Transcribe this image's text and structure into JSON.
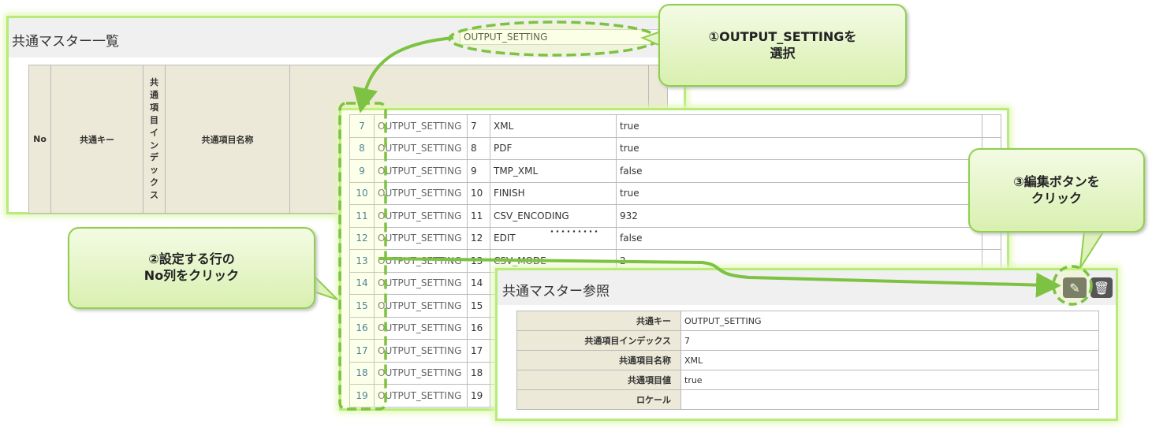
{
  "list_panel": {
    "title": "共通マスター一覧",
    "select_value": "OUTPUT_SETTING",
    "headers": [
      "No",
      "共通キー",
      "共\n通\n項\n目\nイ\nン\nデ\nッ\nク\nス",
      "共通項目名称",
      "",
      ""
    ]
  },
  "rows": [
    {
      "no": "7",
      "key": "OUTPUT_SETTING",
      "idx": "7",
      "name": "XML",
      "value": "true"
    },
    {
      "no": "8",
      "key": "OUTPUT_SETTING",
      "idx": "8",
      "name": "PDF",
      "value": "true"
    },
    {
      "no": "9",
      "key": "OUTPUT_SETTING",
      "idx": "9",
      "name": "TMP_XML",
      "value": "false"
    },
    {
      "no": "10",
      "key": "OUTPUT_SETTING",
      "idx": "10",
      "name": "FINISH",
      "value": "true"
    },
    {
      "no": "11",
      "key": "OUTPUT_SETTING",
      "idx": "11",
      "name": "CSV_ENCODING",
      "value": "932"
    },
    {
      "no": "12",
      "key": "OUTPUT_SETTING",
      "idx": "12",
      "name": "EDIT",
      "value": "false"
    },
    {
      "no": "13",
      "key": "OUTPUT_SETTING",
      "idx": "13",
      "name": "CSV_MODE",
      "value": "2"
    },
    {
      "no": "14",
      "key": "OUTPUT_SETTING",
      "idx": "14",
      "name": "",
      "value": ""
    },
    {
      "no": "15",
      "key": "OUTPUT_SETTING",
      "idx": "15",
      "name": "",
      "value": ""
    },
    {
      "no": "16",
      "key": "OUTPUT_SETTING",
      "idx": "16",
      "name": "",
      "value": ""
    },
    {
      "no": "17",
      "key": "OUTPUT_SETTING",
      "idx": "17",
      "name": "",
      "value": ""
    },
    {
      "no": "18",
      "key": "OUTPUT_SETTING",
      "idx": "18",
      "name": "",
      "value": ""
    },
    {
      "no": "19",
      "key": "OUTPUT_SETTING",
      "idx": "19",
      "name": "",
      "value": ""
    }
  ],
  "ellipsis": "･････････",
  "detail_panel": {
    "title": "共通マスター参照",
    "fields": [
      {
        "label": "共通キー",
        "value": "OUTPUT_SETTING"
      },
      {
        "label": "共通項目インデックス",
        "value": "7"
      },
      {
        "label": "共通項目名称",
        "value": "XML"
      },
      {
        "label": "共通項目値",
        "value": "true"
      },
      {
        "label": "ロケール",
        "value": ""
      }
    ],
    "edit_icon": "edit-icon",
    "delete_icon": "trash-icon"
  },
  "callouts": {
    "step1": "①OUTPUT_SETTINGを\n選択",
    "step2": "②設定する行の\nNo列をクリック",
    "step3": "③編集ボタンを\nクリック"
  },
  "colors": {
    "accent": "#7dc242",
    "link": "#2a6496",
    "header_bg": "#ece9d8"
  }
}
